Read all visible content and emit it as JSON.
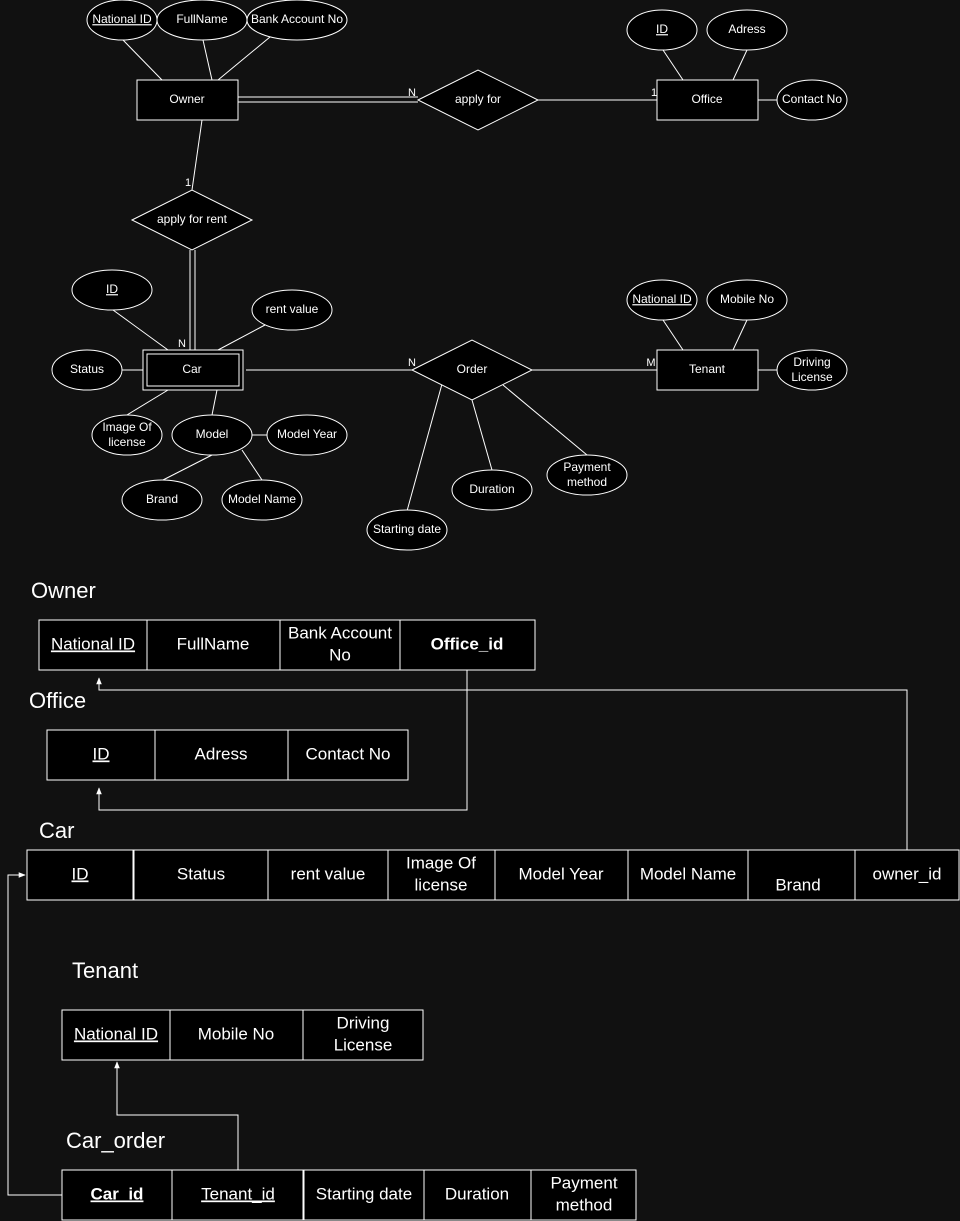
{
  "er": {
    "entities": {
      "owner": "Owner",
      "office": "Office",
      "car": "Car",
      "tenant": "Tenant"
    },
    "relationships": {
      "apply_for": "apply for",
      "apply_for_rent": "apply for rent",
      "order": "Order"
    },
    "attributes": {
      "owner_national_id": "National ID",
      "owner_fullname": "FullName",
      "owner_bank_account": "Bank Account No",
      "office_id": "ID",
      "office_adress": "Adress",
      "office_contact": "Contact No",
      "car_id": "ID",
      "car_rent_value": "rent value",
      "car_status": "Status",
      "car_image_line1": "Image Of",
      "car_image_line2": "license",
      "car_model": "Model",
      "car_model_year": "Model Year",
      "car_brand": "Brand",
      "car_model_name": "Model Name",
      "tenant_national_id": "National ID",
      "tenant_mobile": "Mobile No",
      "tenant_driving_line1": "Driving",
      "tenant_driving_line2": "License",
      "order_starting_date": "Starting date",
      "order_duration": "Duration",
      "order_payment_line1": "Payment",
      "order_payment_line2": "method"
    },
    "cardinalities": {
      "owner_apply_for": "N",
      "office_apply_for": "1",
      "owner_rent": "1",
      "car_rent": "N",
      "car_order": "N",
      "tenant_order": "M"
    }
  },
  "schema": {
    "owner": {
      "title": "Owner",
      "c1": "National ID",
      "c2": "FullName",
      "c3_l1": "Bank Account",
      "c3_l2": "No",
      "c4": "Office_id"
    },
    "office": {
      "title": "Office",
      "c1": "ID",
      "c2": "Adress",
      "c3": "Contact No"
    },
    "car": {
      "title": "Car",
      "c1": "ID",
      "c2": "Status",
      "c3": "rent value",
      "c4_l1": "Image Of",
      "c4_l2": "license",
      "c5": "Model Year",
      "c6": "Model Name",
      "c7": "Brand",
      "c8": "owner_id"
    },
    "tenant": {
      "title": "Tenant",
      "c1": "National ID",
      "c2": "Mobile No",
      "c3_l1": "Driving",
      "c3_l2": "License"
    },
    "car_order": {
      "title": "Car_order",
      "c1": "Car_id",
      "c2": "Tenant_id",
      "c3": "Starting date",
      "c4": "Duration",
      "c5_l1": "Payment",
      "c5_l2": "method"
    }
  },
  "colors": {
    "background": "#111111",
    "shape_fill": "#000000",
    "stroke": "#ffffff",
    "text": "#ffffff"
  }
}
